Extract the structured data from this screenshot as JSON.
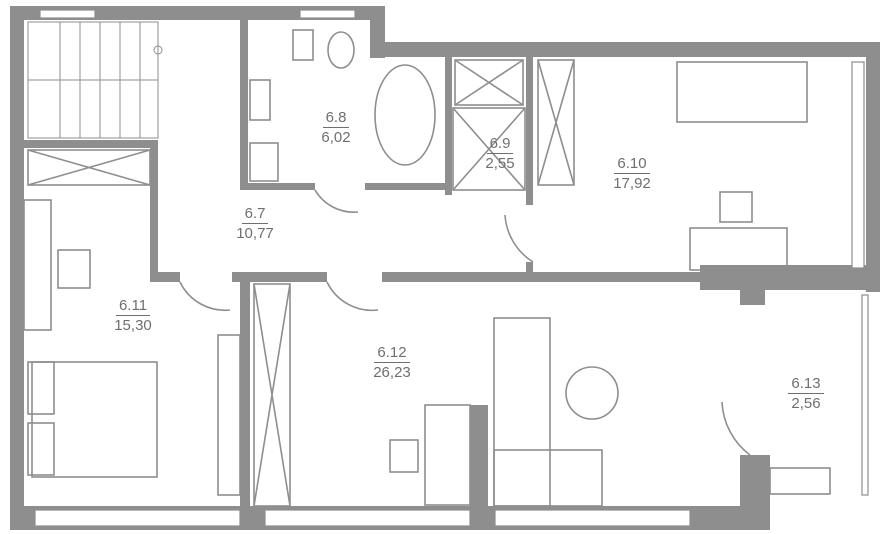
{
  "rooms": [
    {
      "id": "6.7",
      "area": "10,77"
    },
    {
      "id": "6.8",
      "area": "6,02"
    },
    {
      "id": "6.9",
      "area": "2,55"
    },
    {
      "id": "6.10",
      "area": "17,92"
    },
    {
      "id": "6.11",
      "area": "15,30"
    },
    {
      "id": "6.12",
      "area": "26,23"
    },
    {
      "id": "6.13",
      "area": "2,56"
    }
  ],
  "colors": {
    "wall": "#8e8e8e",
    "text": "#6f6f6f"
  }
}
